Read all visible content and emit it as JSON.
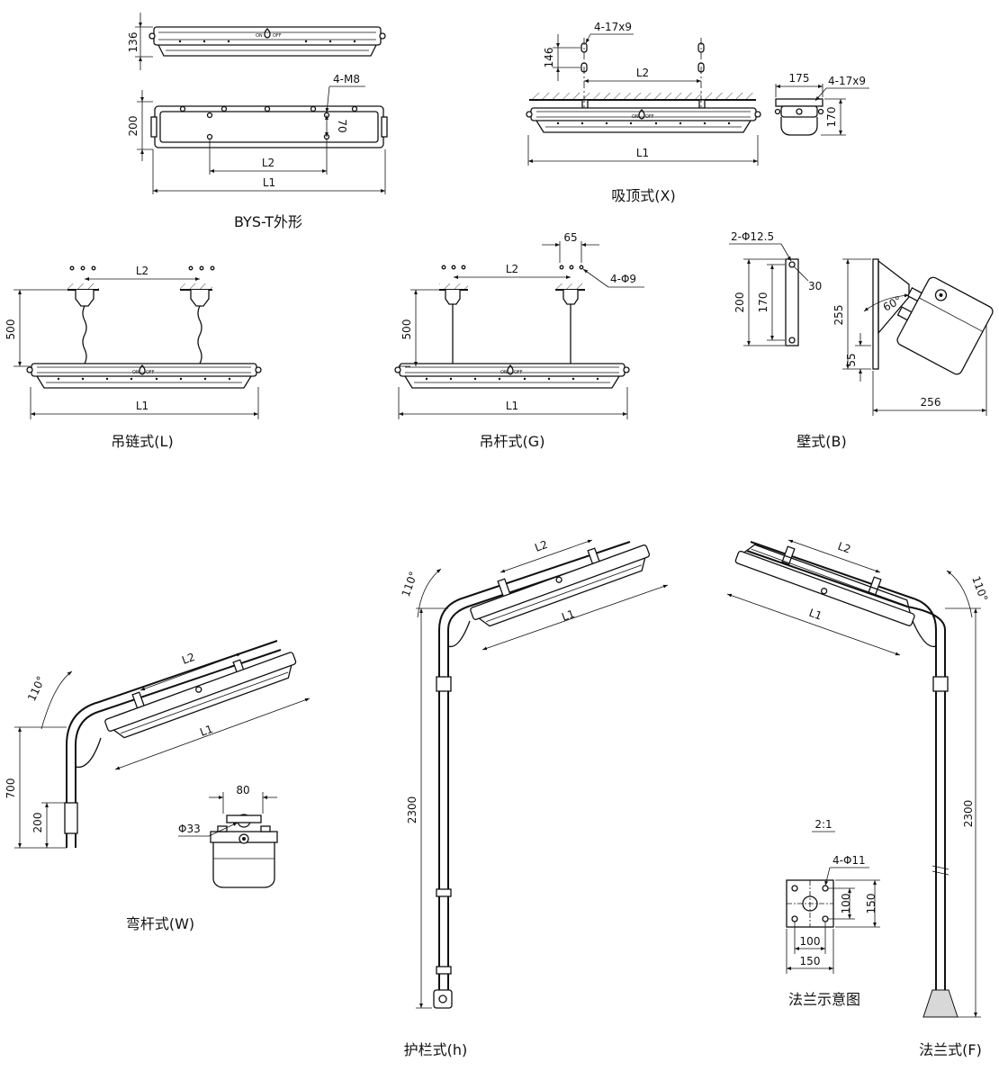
{
  "captions": {
    "outline": "BYS-T外形",
    "ceiling": "吸顶式(X)",
    "chain": "吊链式(L)",
    "rod": "吊杆式(G)",
    "wall": "壁式(B)",
    "bent": "弯杆式(W)",
    "guard": "护栏式(h)",
    "flange": "法兰式(F)",
    "flange_detail": "法兰示意图"
  },
  "labels": {
    "l1": "L1",
    "l2": "L2",
    "switch_on": "ON",
    "switch_off": "OFF"
  },
  "dims": {
    "outline_h136": "136",
    "outline_h200": "200",
    "outline_m8": "4-M8",
    "outline_70": "70",
    "ceil_holes": "4-17x9",
    "ceil_146": "146",
    "ceil_175": "175",
    "ceil_holes2": "4-17x9",
    "ceil_170": "170",
    "chain_500": "500",
    "rod_500": "500",
    "rod_65": "65",
    "rod_phi9": "4-Φ9",
    "wall_holes": "2-Φ12.5",
    "wall_30": "30",
    "wall_200": "200",
    "wall_170": "170",
    "wall_255": "255",
    "wall_60": "60°",
    "wall_55": "55",
    "wall_256": "256",
    "bent_110": "110°",
    "bent_700": "700",
    "bent_200": "200",
    "bent_80": "80",
    "bent_phi33": "Φ33",
    "guard_110": "110°",
    "guard_2300": "2300",
    "flange_110": "110°",
    "flange_2300": "2300",
    "scale": "2:1",
    "flange_holes": "4-Φ11",
    "flange_100v": "100",
    "flange_150v": "150",
    "flange_100h": "100",
    "flange_150h": "150"
  }
}
